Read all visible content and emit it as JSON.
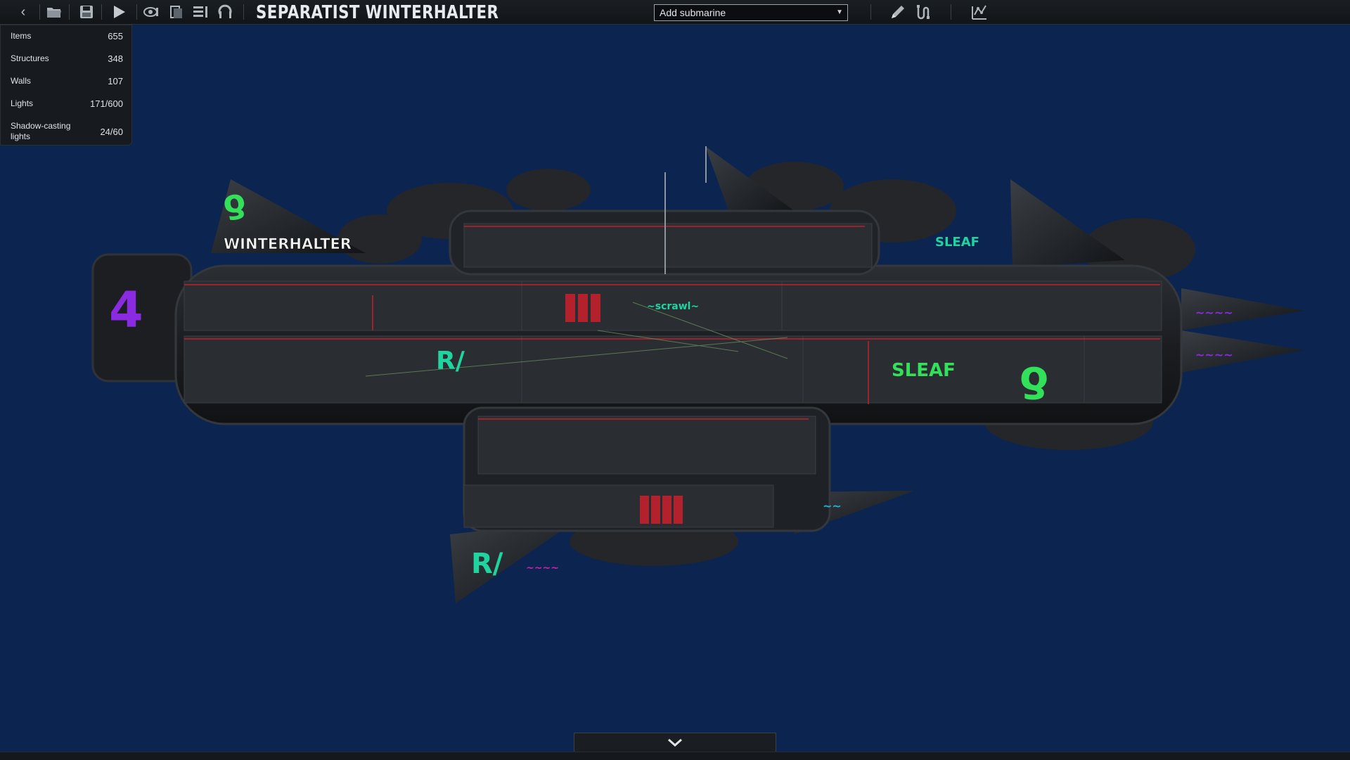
{
  "editor": {
    "title": "SEPARATIST WINTERHALTER",
    "add_submarine": {
      "selected": "Add submarine"
    }
  },
  "toolbar": {
    "icons": [
      "back-icon",
      "open-folder-icon",
      "save-icon",
      "play-icon",
      "visibility-icon",
      "entity-list-icon",
      "layers-icon",
      "undo-icon",
      "pencil-icon",
      "wiring-icon",
      "waypoints-icon"
    ]
  },
  "stats": [
    {
      "label": "Items",
      "value": "655"
    },
    {
      "label": "Structures",
      "value": "348"
    },
    {
      "label": "Walls",
      "value": "107"
    },
    {
      "label": "Lights",
      "value": "171/600"
    },
    {
      "label": "Shadow-casting lights",
      "value": "24/60"
    }
  ],
  "submarine": {
    "hull_name_text": "WINTERHALTER",
    "colors": {
      "hull": "#1b1d21",
      "interior": "#2a2d31",
      "graffiti_green": "#33e05a",
      "graffiti_purple": "#8a2be2",
      "accent_red": "#c0202a",
      "background": "#0c2450"
    }
  }
}
